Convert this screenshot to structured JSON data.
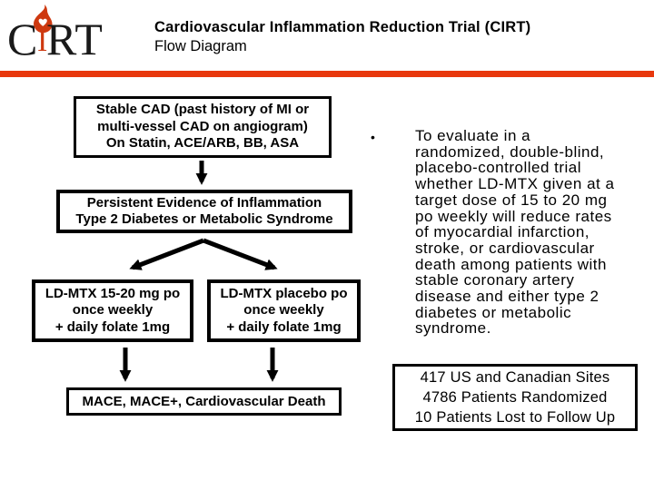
{
  "header": {
    "logo": {
      "letter_c": "C",
      "letter_i": "I",
      "letters_rt": "RT"
    },
    "title": "Cardiovascular Inflammation Reduction Trial (CIRT)",
    "subtitle": "Flow Diagram"
  },
  "colors": {
    "accent_line": "#E8380D",
    "flame": "#CE3910",
    "box_border": "#000000"
  },
  "flow": {
    "box_stable_cad": "Stable CAD (past history of MI or\nmulti-vessel CAD on angiogram)\nOn Statin, ACE/ARB, BB, ASA",
    "box_inflammation": "Persistent Evidence of Inflammation\nType 2 Diabetes or Metabolic Syndrome",
    "box_ldmtx_active": "LD-MTX 15-20 mg po\nonce weekly\n+ daily folate 1mg",
    "box_ldmtx_placebo": "LD-MTX placebo po\nonce weekly\n+ daily folate 1mg",
    "box_outcomes": "MACE, MACE+, Cardiovascular Death"
  },
  "objective": {
    "bullet": "•",
    "text": "To evaluate in a\nrandomized, double-blind,\nplacebo-controlled trial\nwhether LD-MTX given at a\ntarget dose of 15 to 20 mg\npo weekly will reduce rates\nof myocardial infarction,\nstroke, or cardiovascular\ndeath among patients with\nstable coronary artery\ndisease and either type 2\ndiabetes or metabolic\nsyndrome."
  },
  "stats": {
    "text": "417 US and Canadian Sites\n4786 Patients Randomized\n10 Patients Lost to Follow Up"
  }
}
